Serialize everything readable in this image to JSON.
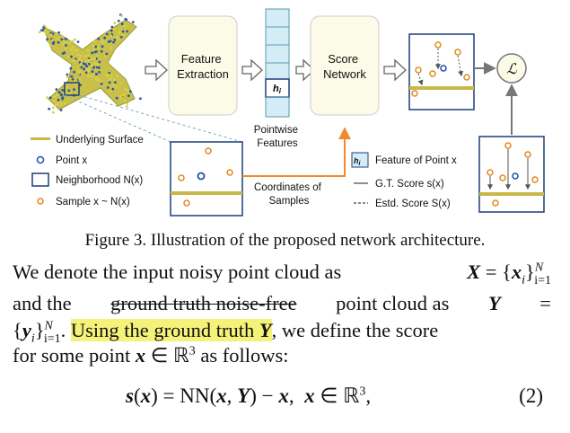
{
  "figure": {
    "box_feature_extraction": "Feature Extraction",
    "box_score_network": "Score Network",
    "pointwise_label": "Pointwise Features",
    "feature_cell": "h",
    "feature_cell_sub": "i",
    "coordinates_label": "Coordinates of Samples",
    "legend_left": [
      "Underlying Surface",
      "Point x",
      "Neighborhood N(x)",
      "Sample x ~ N(x)"
    ],
    "legend_right": [
      "Feature of Point x",
      "G.T. Score s(x)",
      "Estd. Score S(x)"
    ],
    "loss_symbol": "ℒ",
    "colors": {
      "surface": "#c8b84a",
      "point": "#1b4fa8",
      "sample": "#e08a1e",
      "box_fill": "#fbfbe7",
      "arrow": "#ef8b2b",
      "feature_column": "#d4ecf5"
    }
  },
  "caption": "Figure 3. Illustration of the proposed network architecture.",
  "para": {
    "l1a": "We denote the input noisy point cloud as",
    "l2a": "and the",
    "l2b": "ground truth noise-free",
    "l2c": "point cloud as",
    "l3a": "Using the ground truth",
    "l3b": ", we define the score",
    "l4a": "for some point",
    "l4b": "as follows:"
  },
  "equation": {
    "number": "(2)"
  }
}
